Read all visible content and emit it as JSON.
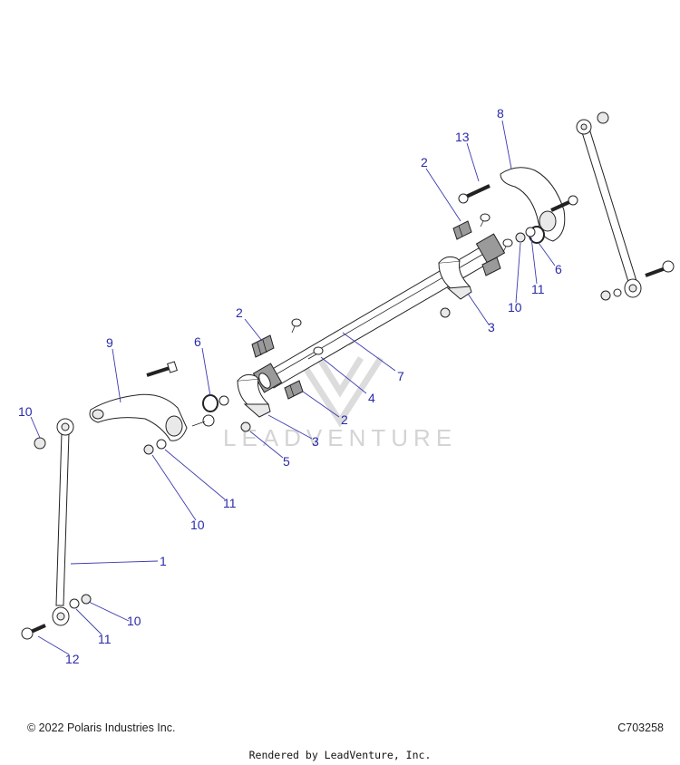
{
  "callouts": {
    "c1": "1",
    "c2a": "2",
    "c2b": "2",
    "c2c": "2",
    "c3a": "3",
    "c3b": "3",
    "c4": "4",
    "c5": "5",
    "c6a": "6",
    "c6b": "6",
    "c7": "7",
    "c8": "8",
    "c9": "9",
    "c10a": "10",
    "c10b": "10",
    "c10c": "10",
    "c10d": "10",
    "c11a": "11",
    "c11b": "11",
    "c11c": "11",
    "c12": "12",
    "c13": "13"
  },
  "watermark": "LEADVENTURE",
  "footer": {
    "copyright": "© 2022 Polaris Industries Inc.",
    "drawing_id": "C703258",
    "rendered_by": "Rendered by LeadVenture, Inc."
  }
}
